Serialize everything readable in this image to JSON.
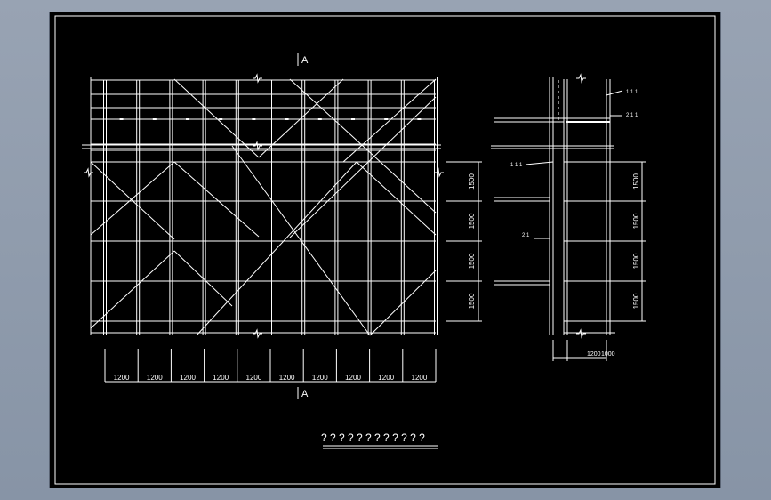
{
  "drawing": {
    "section_marker_top": "A",
    "section_marker_bottom": "A",
    "title": "? ? ? ? ? ? ? ? ? ? ? ?",
    "elevation_spacings": [
      "1200",
      "1200",
      "1200",
      "1200",
      "1200",
      "1200",
      "1200",
      "1200",
      "1200",
      "1200"
    ],
    "elevation_heights": [
      "1500",
      "1500",
      "1500",
      "1500"
    ],
    "section_heights": [
      "1500",
      "1500",
      "1500",
      "1500"
    ],
    "section_widths": [
      "1000",
      "1200"
    ],
    "section_labels": [
      "1 1 1",
      "2 1 1",
      "1 1 1",
      "2 1"
    ]
  },
  "colors": {
    "background": "#000000",
    "line": "#ffffff",
    "app_background": "#8b97a8"
  }
}
